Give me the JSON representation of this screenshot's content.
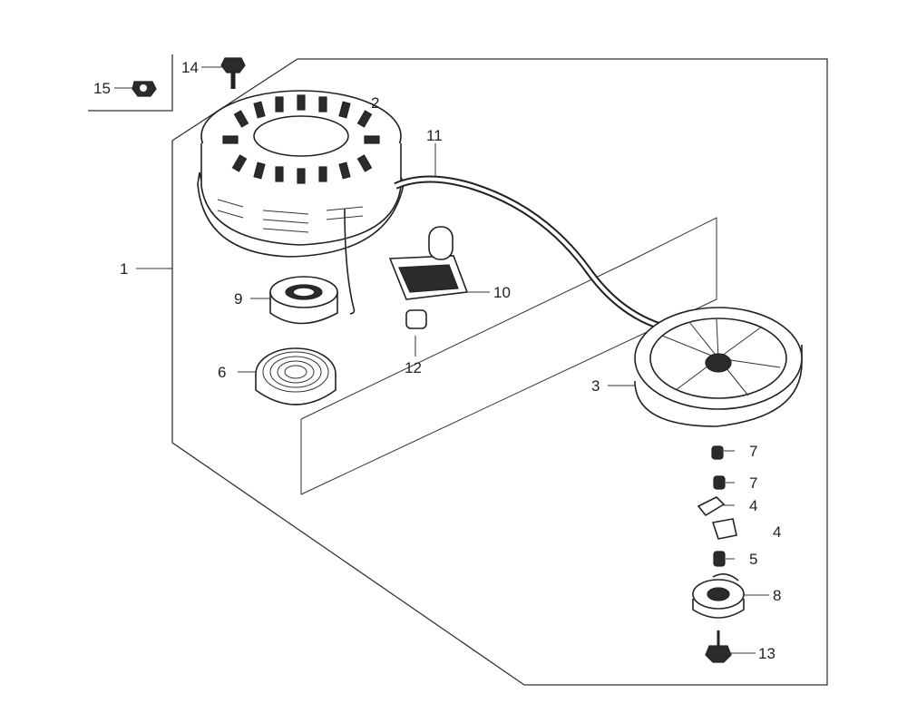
{
  "callouts": {
    "c1": "1",
    "c2": "2",
    "c3": "3",
    "c4a": "4",
    "c4b": "4",
    "c5": "5",
    "c6": "6",
    "c7a": "7",
    "c7b": "7",
    "c8": "8",
    "c9": "9",
    "c10": "10",
    "c11": "11",
    "c12": "12",
    "c13": "13",
    "c14": "14",
    "c15": "15"
  }
}
